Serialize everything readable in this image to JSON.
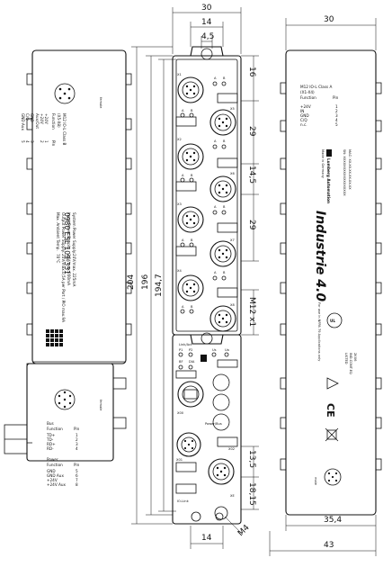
{
  "dimensions": {
    "front_width": "30",
    "front_inner": "14",
    "front_hole": "4,5",
    "pitch_top": "16",
    "pitch_a": "29",
    "pitch_b": "14,5",
    "pitch_c": "29",
    "thread": "M12 x1",
    "pitch_d": "13,5",
    "pitch_e": "18,15",
    "overall_height": "204",
    "height_b": "196",
    "height_c": "194,7",
    "bottom_width": "14",
    "screw": "M4",
    "side_width": "30",
    "side_depth": "35,4",
    "side_total": "43"
  },
  "left_panel": {
    "female_top": "female",
    "female_bottom": "female",
    "class_b": {
      "title": "M12 IO-L Class B",
      "range": "(X5-X8)",
      "header": [
        "Function",
        "Pin"
      ],
      "rows": [
        [
          "+24V",
          "1"
        ],
        [
          "+24V",
          "2"
        ],
        [
          "Aux/Out",
          ""
        ],
        [
          "GND",
          "3"
        ],
        [
          "C/Q",
          "4"
        ],
        [
          "GND Aux",
          "5"
        ]
      ]
    },
    "product": "0980 ESL 109-331",
    "specs": [
      [
        "System Power Supply:",
        "24V/max. 225mA"
      ],
      [
        "Input Power Supply:",
        "24V/max.200mA"
      ],
      [
        "Output Power Supply:",
        "24V/max.0,5A per Port / PIO max.9A"
      ],
      [
        "Max. Ambient Temp.",
        "70°C"
      ]
    ],
    "bus": {
      "title": "Bus",
      "header": [
        "Function",
        "Pin"
      ],
      "rows": [
        [
          "TD+",
          "1"
        ],
        [
          "TD-",
          "2"
        ],
        [
          "RD+",
          "3"
        ],
        [
          "RD-",
          "4"
        ]
      ]
    },
    "power": {
      "title": "Power",
      "header": [
        "Function",
        "Pin"
      ],
      "rows": [
        [
          "GND",
          "5"
        ],
        [
          "GND Aux",
          "6"
        ],
        [
          "+24V",
          "7"
        ],
        [
          "+24V Aux",
          "8"
        ]
      ]
    }
  },
  "front_labels": {
    "x1": "X1",
    "x2": "X2",
    "x3": "X3",
    "x4": "X4",
    "x5": "X5",
    "x6": "X6",
    "x7": "X7",
    "x8": "X8",
    "x00": "X00",
    "x01": "X01",
    "x02": "X02",
    "xe": "XE",
    "a": "A",
    "b": "B",
    "link_act": "Link/Act",
    "p1": "P1",
    "p2": "P2",
    "us": "Us",
    "ua": "Ua",
    "bf": "BF",
    "dia": "DIA",
    "power_bus": "Power/Bus",
    "io_link": "IO-Link"
  },
  "right_panel": {
    "class_a": {
      "title": "M12 IO-L Class A",
      "range": "(X1-X4)",
      "header": [
        "Function",
        "Pin"
      ],
      "rows": [
        [
          "+24V",
          "1"
        ],
        [
          "IN",
          "2"
        ],
        [
          "GND",
          "3"
        ],
        [
          "C/Q",
          "4"
        ],
        [
          "n.c.",
          "5"
        ]
      ]
    },
    "mac": "MAC: XX-XX-XX-XX-XX-XX",
    "sn": "SN: XXXXXXXXXXXXXXXXXX",
    "brand": "Lumberg Automation",
    "made_in": "Made in Germany",
    "industrie": "Industrie 4.0",
    "ul_text": "For use in NFPA 79 Applications only",
    "listed": "LISTED",
    "ind_eq": "IND.CONT.EQ",
    "listed_code": "2KX6",
    "ce": "CE",
    "male": "male"
  }
}
